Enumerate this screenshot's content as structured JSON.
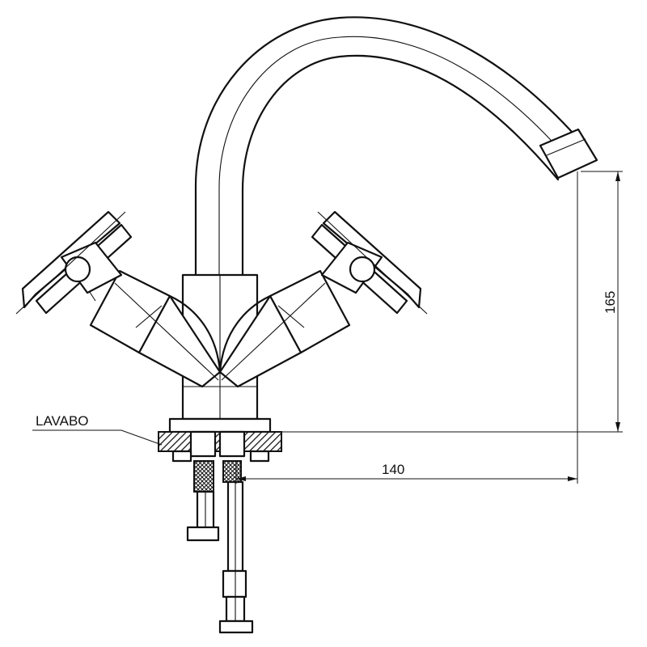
{
  "labels": {
    "basin": "LAVABO",
    "dim_width": "140",
    "dim_height": "165"
  },
  "colors": {
    "line": "#111111",
    "background": "#ffffff"
  }
}
